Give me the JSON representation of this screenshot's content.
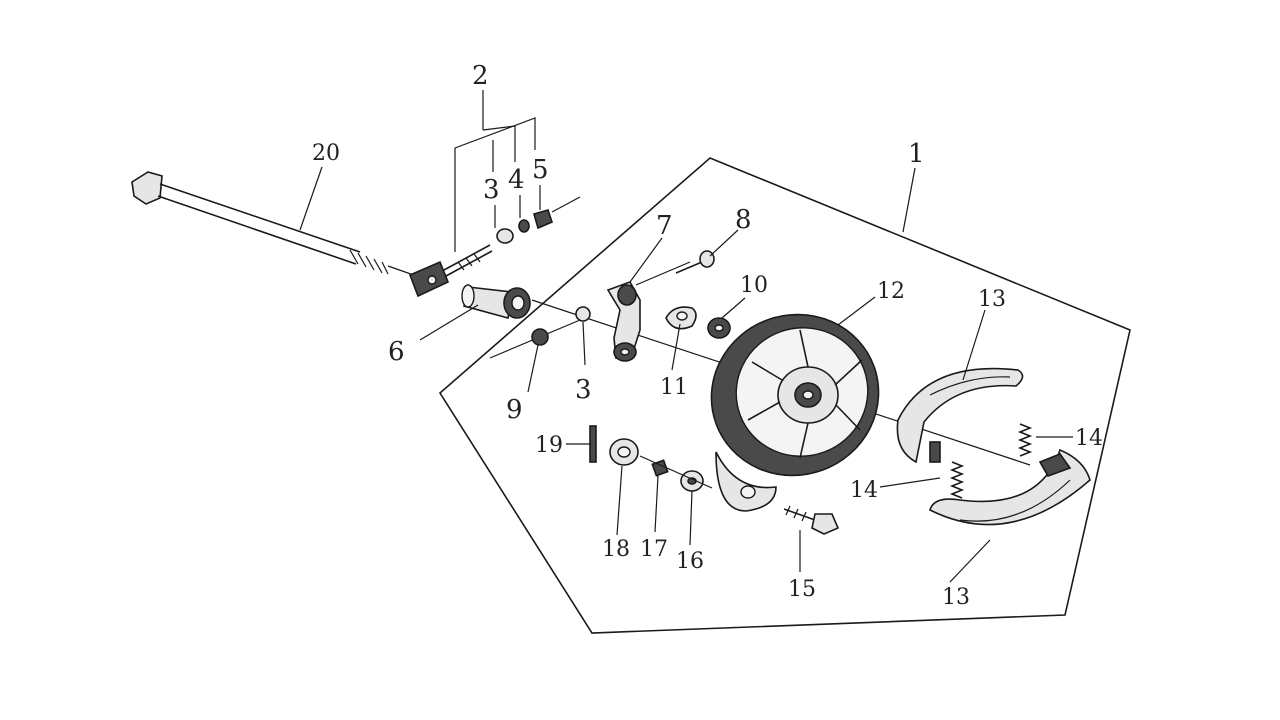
{
  "callouts": {
    "c1": "1",
    "c2": "2",
    "c3a": "3",
    "c4": "4",
    "c5": "5",
    "c3b": "3",
    "c6": "6",
    "c7": "7",
    "c8": "8",
    "c9": "9",
    "c10": "10",
    "c11": "11",
    "c12": "12",
    "c13a": "13",
    "c13b": "13",
    "c14a": "14",
    "c14b": "14",
    "c15": "15",
    "c16": "16",
    "c17": "17",
    "c18": "18",
    "c19": "19",
    "c20": "20"
  }
}
